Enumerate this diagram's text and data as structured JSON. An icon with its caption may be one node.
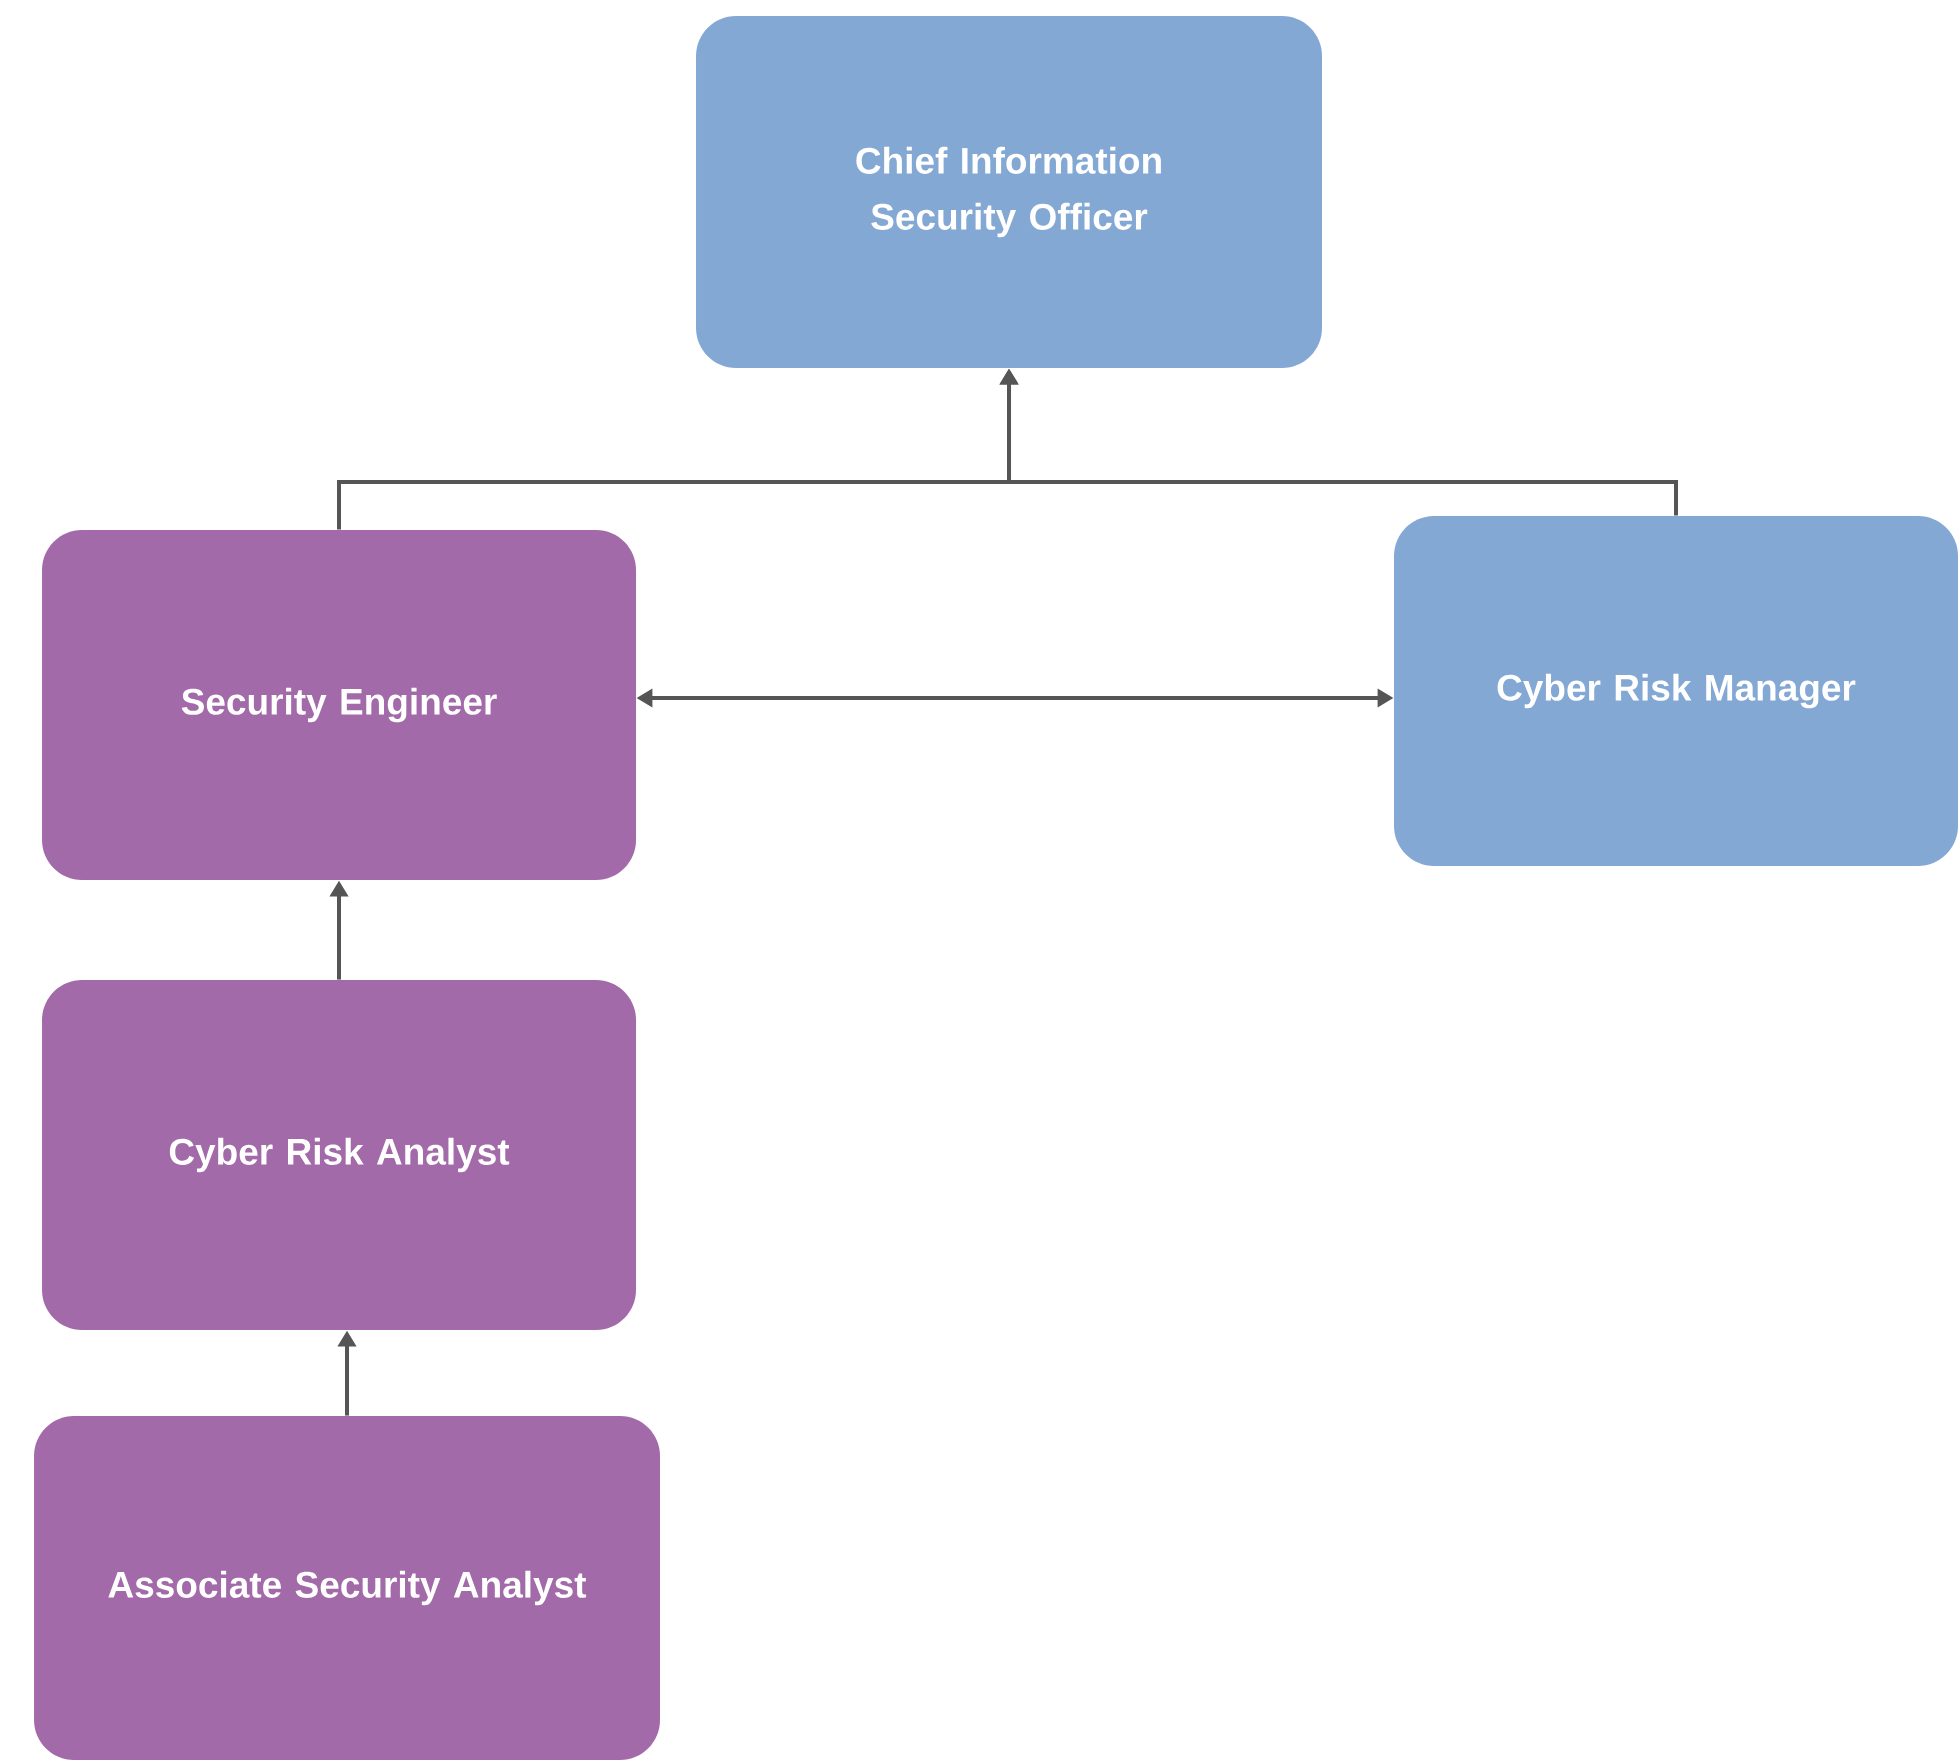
{
  "diagram": {
    "nodes": [
      {
        "text": [
          "Chief Information Security Officer"
        ]
      },
      {
        "text": [
          "Security Engineer"
        ]
      },
      {
        "text": [
          "Cyber Risk Manager"
        ]
      },
      {
        "text": [
          "Cyber Risk Analyst"
        ]
      },
      {
        "text": [
          "Associate Security Analyst"
        ]
      }
    ],
    "edges": [
      {
        "from": 1,
        "to": 0,
        "arrow": "to"
      },
      {
        "from": 2,
        "to": 0,
        "arrow": "to"
      },
      {
        "from": 1,
        "to": 2,
        "arrow": "both"
      },
      {
        "from": 3,
        "to": 1,
        "arrow": "to"
      },
      {
        "from": 4,
        "to": 3,
        "arrow": "to"
      }
    ]
  }
}
